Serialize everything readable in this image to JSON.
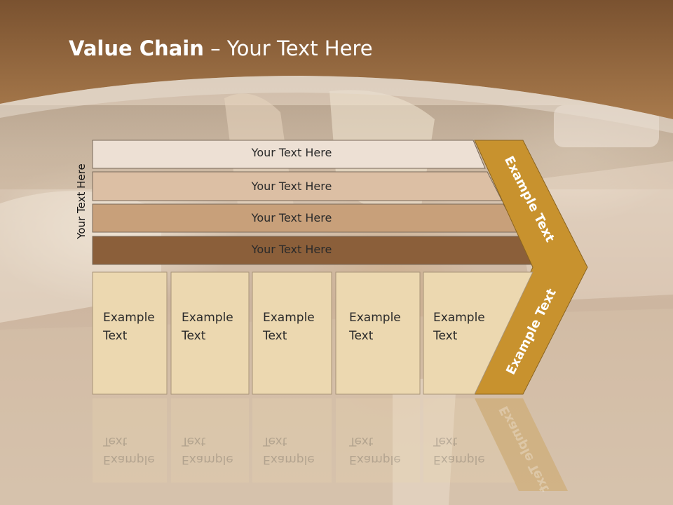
{
  "slide": {
    "title_bold": "Value Chain",
    "title_rest": " – Your Text Here",
    "vertical_label": "Your Text Here"
  },
  "bars": [
    {
      "label": "Your Text Here",
      "color": "#ede0d4"
    },
    {
      "label": "Your Text Here",
      "color": "#dcbfa4"
    },
    {
      "label": "Your Text Here",
      "color": "#c8a07a"
    },
    {
      "label": "Your Text Here",
      "color": "#8b5f3a"
    }
  ],
  "cards": [
    {
      "line1": "Example",
      "line2": "Text"
    },
    {
      "line1": "Example",
      "line2": "Text"
    },
    {
      "line1": "Example",
      "line2": "Text"
    },
    {
      "line1": "Example",
      "line2": "Text"
    },
    {
      "line1": "Example",
      "line2": "Text"
    }
  ],
  "chevron": {
    "upper_label": "Example Text",
    "lower_label": "Example Text",
    "color": "#c8922e"
  },
  "theme": {
    "header_color": "#9b6a3e",
    "card_color": "#ecd8b0"
  }
}
